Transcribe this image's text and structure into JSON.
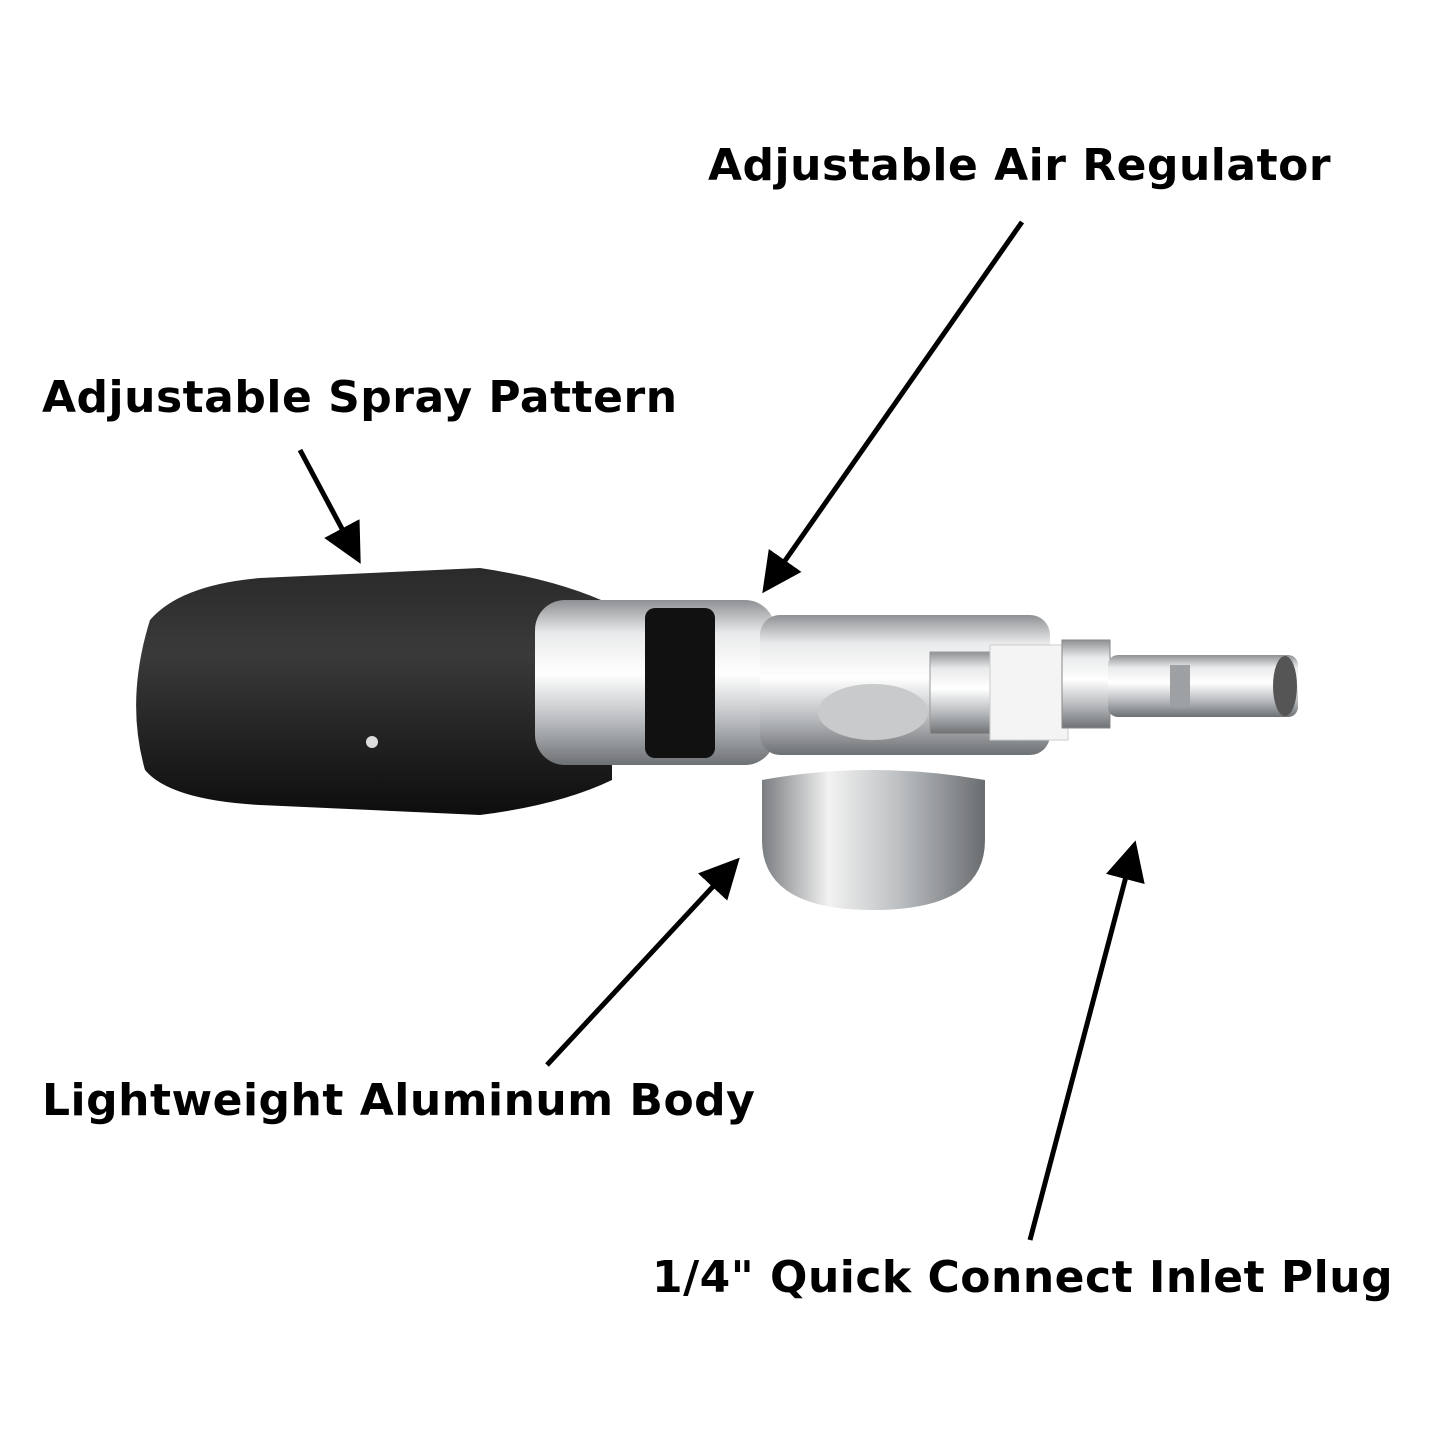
{
  "labels": {
    "air_regulator": "Adjustable Air Regulator",
    "spray_pattern": "Adjustable Spray Pattern",
    "aluminum_body": "Lightweight Aluminum Body",
    "inlet_plug": "1/4\" Quick Connect Inlet Plug"
  },
  "colors": {
    "text": "#000000",
    "nozzle": "#1a1a1a",
    "aluminum": "#c8cacc"
  }
}
